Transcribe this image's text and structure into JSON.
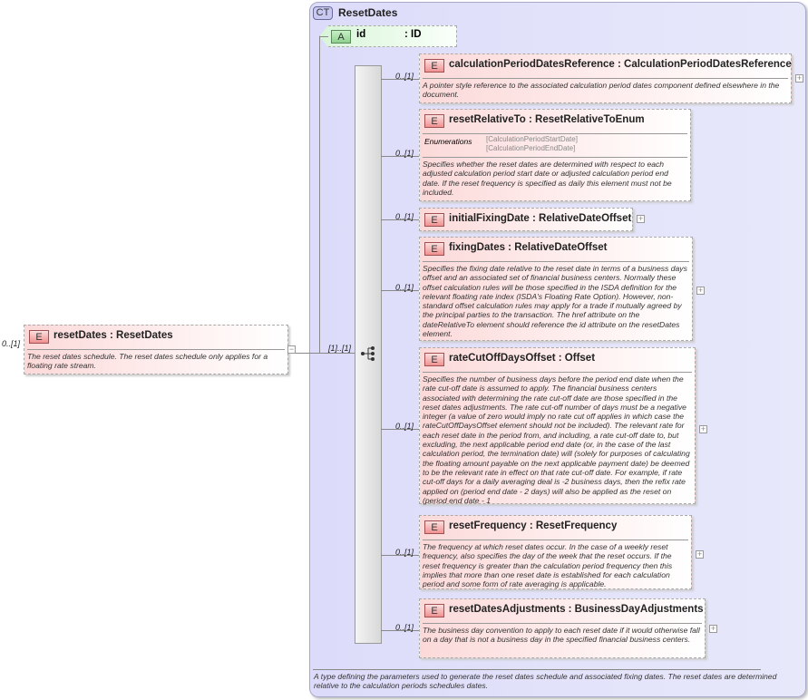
{
  "complex_type": {
    "badge": "CT",
    "name": "ResetDates",
    "description": "A type defining the parameters used to generate the reset dates schedule and associated fixing dates. The reset dates are determined relative to the calculation periods schedules dates."
  },
  "attribute": {
    "badge": "A",
    "name": "id",
    "type": ": ID"
  },
  "root": {
    "badge": "E",
    "name": "resetDates  : ResetDates",
    "cardinality": "0..[1]",
    "description": "The reset dates schedule. The reset dates schedule only applies for a floating rate stream.",
    "collapse": "−"
  },
  "sequence": {
    "cardinality": "[1]..[1]"
  },
  "elements": [
    {
      "badge": "E",
      "name": "calculationPeriodDatesReference  : CalculationPeriodDatesReference",
      "cardinality": "0..[1]",
      "description": "A pointer style reference to the associated calculation period dates component defined elsewhere in the document.",
      "expand": "+"
    },
    {
      "badge": "E",
      "name": "resetRelativeTo  : ResetRelativeToEnum",
      "cardinality": "0..[1]",
      "enum_label": "Enumerations",
      "enum_values": [
        "[CalculationPeriodStartDate]",
        "[CalculationPeriodEndDate]"
      ],
      "description": "Specifies whether the reset dates are determined with respect to each adjusted calculation period start date or adjusted calculation period end date. If the reset frequency is specified as daily this element must not be included."
    },
    {
      "badge": "E",
      "name": "initialFixingDate  : RelativeDateOffset",
      "cardinality": "0..[1]",
      "expand": "+"
    },
    {
      "badge": "E",
      "name": "fixingDates  : RelativeDateOffset",
      "cardinality": "0..[1]",
      "description": "Specifies the fixing date relative to the reset date in terms of a business days offset and an associated set of financial business centers. Normally these offset calculation rules will be those specified in the ISDA definition for the relevant floating rate index (ISDA's Floating Rate Option). However, non-standard offset calculation rules may apply for a trade if mutually agreed by the principal parties to the transaction. The href attribute on the dateRelativeTo element should reference the id attribute on the resetDates element.",
      "expand": "+"
    },
    {
      "badge": "E",
      "name": "rateCutOffDaysOffset  : Offset",
      "cardinality": "0..[1]",
      "description": "Specifies the number of business days before the period end date when the rate cut-off date is assumed to apply. The financial business centers associated with determining the rate cut-off date are those specified in the reset dates adjustments. The rate cut-off number of days must be a negative integer (a value of zero would imply no rate cut off applies in which case the rateCutOffDaysOffset element should not be included). The relevant rate for each reset date in the period from, and including, a rate cut-off date to, but excluding, the next applicable period end date (or, in the case of the last calculation period, the termination date) will (solely for purposes of calculating the floating amount payable on the next applicable payment date) be deemed to be the relevant rate in effect on that rate cut-off date. For example, if rate cut-off days for a daily averaging deal is -2 business days, then the refix rate applied on (period end date - 2 days) will also be applied as the reset on (period end date - 1",
      "expand": "+"
    },
    {
      "badge": "E",
      "name": "resetFrequency  : ResetFrequency",
      "cardinality": "0..[1]",
      "description": "The frequency at which reset dates occur. In the case of a weekly reset frequency, also specifies the day of the week that the reset occurs. If the reset frequency is greater than the calculation period frequency then this implies that more than one reset date is established for each calculation period and some form of rate averaging is applicable.",
      "expand": "+"
    },
    {
      "badge": "E",
      "name": "resetDatesAdjustments  : BusinessDayAdjustments",
      "cardinality": "0..[1]",
      "description": "The business day convention to apply to each reset date if it would otherwise fall on a day that is not a business day in the specified financial business centers.",
      "expand": "+"
    }
  ]
}
